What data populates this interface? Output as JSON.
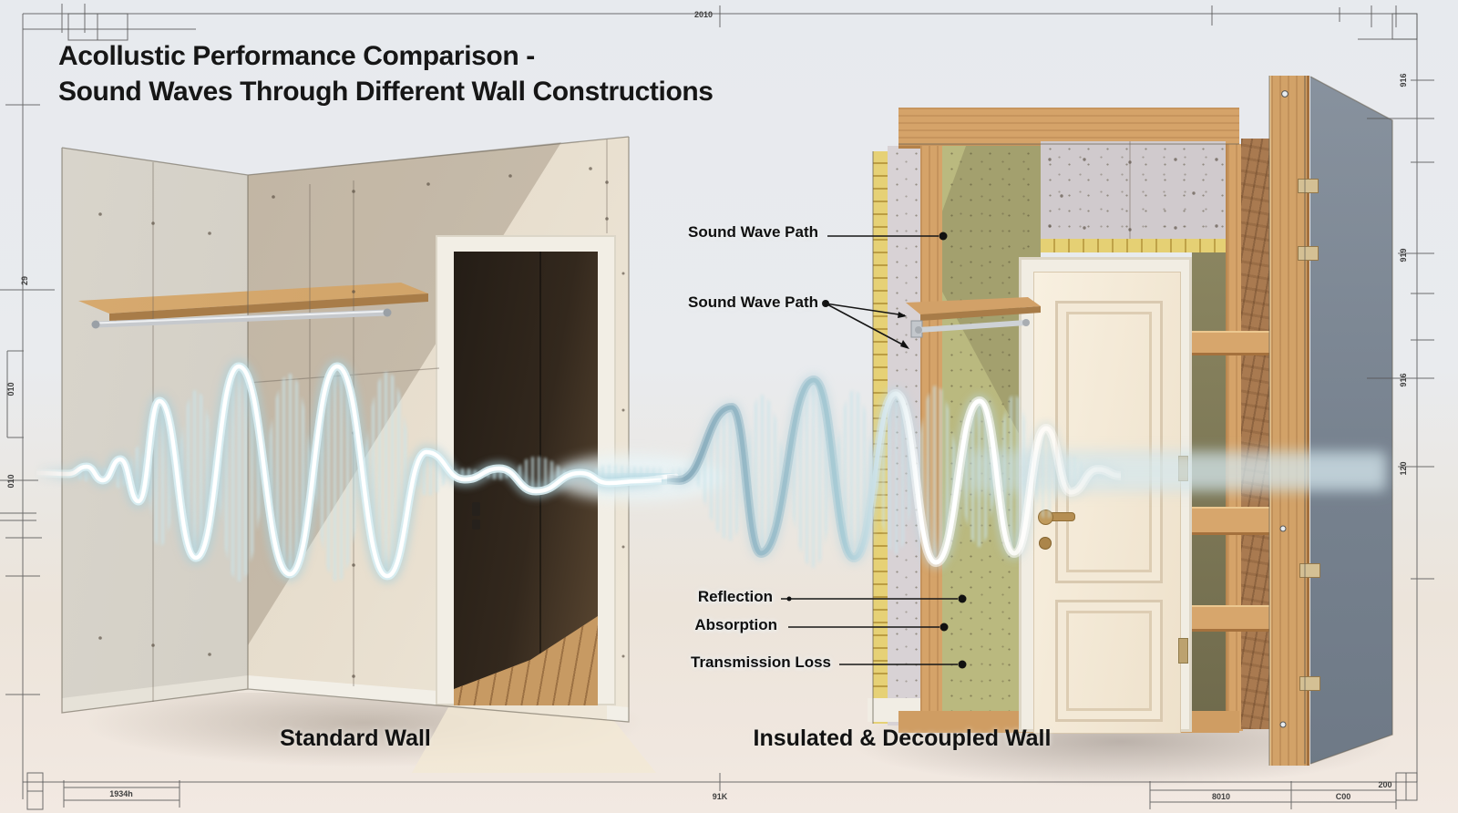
{
  "title": {
    "line1": "Acollustic Performance Comparison -",
    "line2": "Sound Waves Through Different Wall Constructions"
  },
  "captions": {
    "left": "Standard Wall",
    "right": "Insulated & Decoupled Wall"
  },
  "labels": {
    "sound_wave_path_1": "Sound Wave Path",
    "sound_wave_path_2": "Sound Wave Path",
    "reflection": "Reflection",
    "absorption": "Absorption",
    "transmission_loss": "Transmission Loss"
  },
  "dims": {
    "top_center": "2010",
    "bottom_center": "91K",
    "bottom_left": "1934h",
    "bottom_right": [
      "8010",
      "C00",
      "200"
    ],
    "left_edge": [
      "29",
      "010",
      "010"
    ],
    "right_edge": [
      "916",
      "919",
      "916",
      "120"
    ]
  },
  "colors": {
    "wave_glow": "#bfe3ec",
    "wood": "#d2a06a",
    "insulation_green": "#b9b87f",
    "insulation_yellow": "#e0ca6e",
    "slate_side": "#7c8794",
    "wall_cream": "#f1e9db",
    "ink": "#141414"
  }
}
